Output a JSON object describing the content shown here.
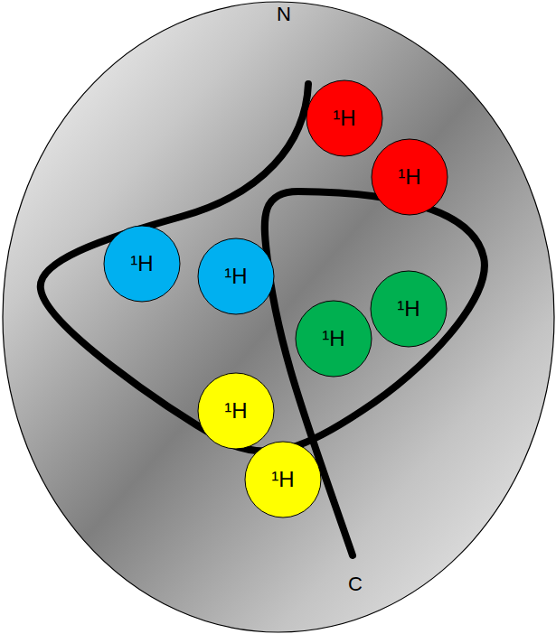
{
  "diagram": {
    "nodes": [
      {
        "text": [
          "¹H"
        ]
      },
      {
        "text": [
          "¹H"
        ]
      },
      {
        "text": [
          "¹H"
        ]
      },
      {
        "text": [
          "¹H"
        ]
      },
      {
        "text": [
          "¹H"
        ]
      },
      {
        "text": [
          "¹H"
        ]
      },
      {
        "text": [
          "¹H"
        ]
      },
      {
        "text": [
          "¹H"
        ]
      }
    ],
    "labels": [
      "N",
      "C"
    ]
  }
}
